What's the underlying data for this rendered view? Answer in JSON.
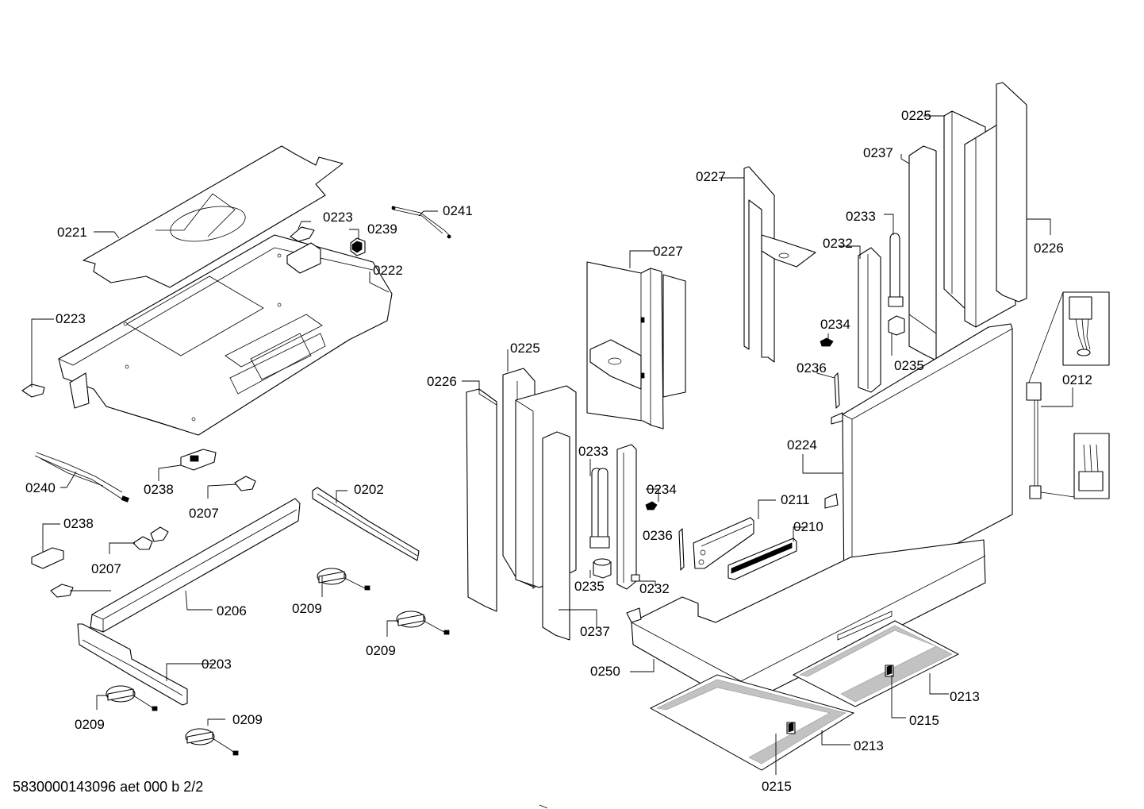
{
  "document_ref": "5830000143096 aet 000 b 2/2",
  "callouts": [
    {
      "label": "0221"
    },
    {
      "label": "0223"
    },
    {
      "label": "0239"
    },
    {
      "label": "0241"
    },
    {
      "label": "0222"
    },
    {
      "label": "0223"
    },
    {
      "label": "0240"
    },
    {
      "label": "0238"
    },
    {
      "label": "0207"
    },
    {
      "label": "0202"
    },
    {
      "label": "0238"
    },
    {
      "label": "0207"
    },
    {
      "label": "0206"
    },
    {
      "label": "0209"
    },
    {
      "label": "0209"
    },
    {
      "label": "0203"
    },
    {
      "label": "0209"
    },
    {
      "label": "0209"
    },
    {
      "label": "0226"
    },
    {
      "label": "0225"
    },
    {
      "label": "0227"
    },
    {
      "label": "0233"
    },
    {
      "label": "0234"
    },
    {
      "label": "0236"
    },
    {
      "label": "0235"
    },
    {
      "label": "0232"
    },
    {
      "label": "0237"
    },
    {
      "label": "0227"
    },
    {
      "label": "0225"
    },
    {
      "label": "0237"
    },
    {
      "label": "0233"
    },
    {
      "label": "0232"
    },
    {
      "label": "0234"
    },
    {
      "label": "0236"
    },
    {
      "label": "0235"
    },
    {
      "label": "0226"
    },
    {
      "label": "0224"
    },
    {
      "label": "0212"
    },
    {
      "label": "0211"
    },
    {
      "label": "0210"
    },
    {
      "label": "0250"
    },
    {
      "label": "0213"
    },
    {
      "label": "0215"
    },
    {
      "label": "0213"
    },
    {
      "label": "0215"
    }
  ]
}
